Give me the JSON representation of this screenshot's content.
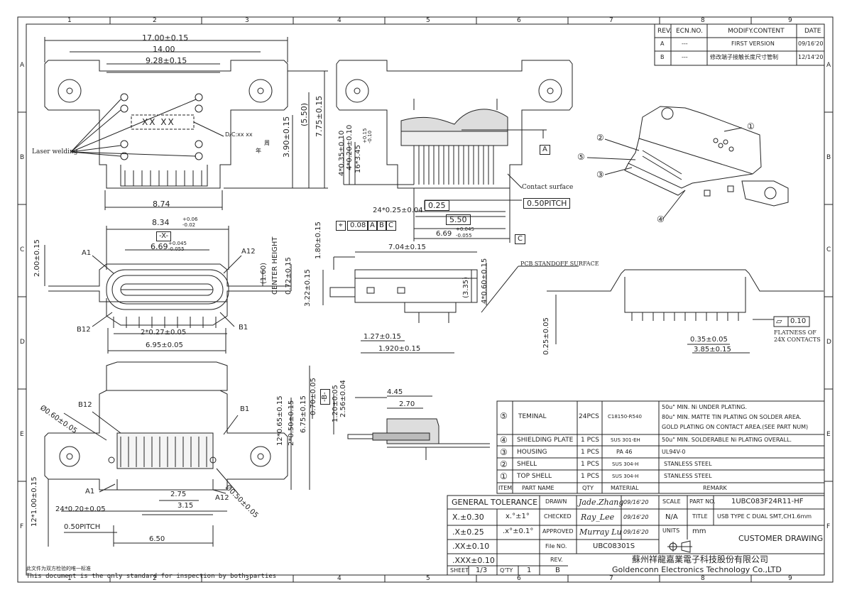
{
  "border": {
    "cols": [
      "1",
      "2",
      "3",
      "4",
      "5",
      "6",
      "7",
      "8",
      "9"
    ],
    "rows": [
      "A",
      "B",
      "C",
      "D",
      "E",
      "F"
    ]
  },
  "revisions": {
    "headers": [
      "REV.",
      "ECN.NO.",
      "MODIFY.CONTENT",
      "DATE"
    ],
    "rows": [
      {
        "rev": "A",
        "ecn": "---",
        "content": "FIRST VERSION",
        "date": "09/16'20"
      },
      {
        "rev": "B",
        "ecn": "---",
        "content": "修改端子接触长度尺寸管制",
        "date": "12/14'20"
      }
    ]
  },
  "top_view": {
    "dims": [
      "17.00±0.15",
      "14.00",
      "9.28±0.15",
      "8.74",
      "7.75±0.15",
      "(5.50)",
      "3.90±0.15"
    ],
    "marking": "XX XX",
    "dc_label": "D/C:xx xx",
    "week": "周",
    "year": "年",
    "laser": "Laser welding"
  },
  "section_view": {
    "dims": [
      "4*0.35±0.10",
      "4*0.20±0.10",
      "16*3.45",
      "+0.15",
      "-0.10",
      "24*0.25±0.04",
      "0.25",
      "5.50",
      "0.50PITCH",
      "6.69",
      "+0.045",
      "-0.055"
    ],
    "datum_a": "A",
    "datum_c": "C",
    "tol_frame": [
      "⌖",
      "0.08",
      "A",
      "B",
      "C"
    ],
    "contact": "Contact surface"
  },
  "front_view": {
    "dims": [
      "8.34",
      "+0.06",
      "-0.02",
      "6.69",
      "+0.045",
      "-0.055",
      "2.00±0.15",
      "(1.60)",
      "CENTER HEIGHT",
      "0.72±0.15",
      "2*0.27±0.05",
      "6.95±0.05"
    ],
    "datum_x": "-X-",
    "pins": [
      "A1",
      "A12",
      "B12",
      "B1"
    ]
  },
  "side_view": {
    "dims": [
      "1.80±0.15",
      "7.04±0.15",
      "3.22±0.15",
      "(3.35)",
      "4*0.60±0.15",
      "1.27±0.15",
      "1.920±0.15"
    ],
    "pcb": "PCB STANDOFF SURFACE"
  },
  "rear_view": {
    "dims": [
      "0.25±0.05",
      "0.35±0.05",
      "3.85±0.15"
    ],
    "flat_sym": "▱",
    "flat_val": "0.10",
    "flat_note": [
      "FLATNESS OF",
      "24X CONTACTS"
    ]
  },
  "bottom_view": {
    "dims": [
      "Ø0.60±0.05",
      "0.70±0.05",
      "12*0.65±0.15",
      "2*0.50±0.15",
      "6.75±0.15",
      "12*1.00±0.15",
      "24*0.20±0.05",
      "2.75",
      "3.15",
      "0.50PITCH",
      "6.50",
      "Ø0.50±0.05"
    ],
    "datum_b": "-B-",
    "pins": [
      "B12",
      "B1",
      "A1",
      "A12"
    ]
  },
  "small_section": {
    "dims": [
      "4.45",
      "2.70",
      "1.20±0.05",
      "2.56±0.04"
    ]
  },
  "bom": {
    "rows": [
      {
        "no": "⑤",
        "name": "TEMINAL",
        "qty": "24PCS",
        "mat": "C18150-R540",
        "remark": [
          "50u\" MIN. Ni UNDER PLATING.",
          "80u\" MIN. MATTE TIN PLATING ON SOLDER AREA.",
          "GOLD PLATING ON CONTACT AREA.(SEE PART NUM)"
        ]
      },
      {
        "no": "④",
        "name": "SHIELDING PLATE",
        "qty": "1 PCS",
        "mat": "SUS 301-EH",
        "remark": [
          "50u\" MIN. SOLDERABLE Ni PLATING OVERALL."
        ]
      },
      {
        "no": "③",
        "name": "HOUSING",
        "qty": "1 PCS",
        "mat": "PA 46",
        "remark": [
          "UL94V-0"
        ]
      },
      {
        "no": "②",
        "name": "SHELL",
        "qty": "1 PCS",
        "mat": "SUS 304-H",
        "remark": [
          "STANLESS STEEL"
        ]
      },
      {
        "no": "①",
        "name": "TOP SHELL",
        "qty": "1 PCS",
        "mat": "SUS 304-H",
        "remark": [
          "STANLESS STEEL"
        ]
      }
    ],
    "headers": [
      "ITEM",
      "PART NAME",
      "QTY",
      "MATERIAL",
      "REMARK"
    ]
  },
  "title_block": {
    "gen_tol": "GENERAL TOLERANCE",
    "tols": [
      "X.±0.30",
      ".X±0.25",
      ".XX±0.10",
      ".XXX±0.10"
    ],
    "angles": [
      "x.°±1°",
      ".x°±0.1°"
    ],
    "drawn_l": "DRAWN",
    "drawn_by": "Jade.Zhang",
    "drawn_d": "09/16'20",
    "checked_l": "CHECKED",
    "checked_by": "Ray_Lee",
    "checked_d": "09/16'20",
    "approved_l": "APPROVED",
    "approved_by": "Murray Lu",
    "approved_d": "09/16'20",
    "file_l": "File NO.",
    "file_no": "UBC08301S",
    "rev_l": "REV.",
    "scale_l": "SCALE",
    "scale": "N/A",
    "units_l": "UNITS",
    "units": "mm",
    "partno_l": "PART NO.",
    "part_no": "1UBC083F24R11-HF",
    "title_l": "TITLE",
    "title": "USB TYPE C DUAL SMT,CH1.6mm",
    "customer": "CUSTOMER DRAWING",
    "company_cn": "蘇州祥龍嘉業電子科技股份有限公司",
    "company_en": "Goldenconn Electronics Technology Co.,LTD",
    "sheet_l": "SHEET",
    "sheet": "1/3",
    "qty_l": "Q'TY",
    "qty": "1",
    "rev_val": "B"
  },
  "footer": {
    "cn": "此文件为双方检验的唯一标准",
    "en": "This document is the only standard for inspection by both parties"
  }
}
